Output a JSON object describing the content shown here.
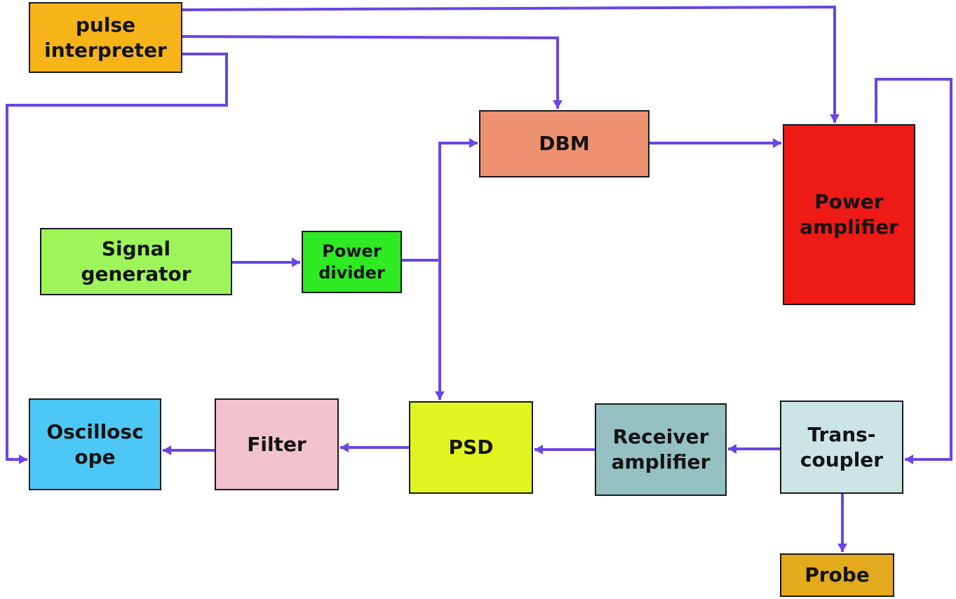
{
  "blocks": {
    "pulse_interpreter": {
      "label": "pulse\ninterpreter",
      "color": "#f7b418"
    },
    "dbm": {
      "label": "DBM",
      "color": "#ee9170"
    },
    "power_amplifier": {
      "label": "Power\namplifier",
      "color": "#ee1a16"
    },
    "signal_generator": {
      "label": "Signal\ngenerator",
      "color": "#9df55a"
    },
    "power_divider": {
      "label": "Power\ndivider",
      "color": "#2eea22"
    },
    "oscilloscope": {
      "label": "Oscillosc\nope",
      "color": "#4dc8f6"
    },
    "filter": {
      "label": "Filter",
      "color": "#f2c3cf"
    },
    "psd": {
      "label": "PSD",
      "color": "#e1f420"
    },
    "receiver_amplifier": {
      "label": "Receiver\namplifier",
      "color": "#95c1c3"
    },
    "trans_coupler": {
      "label": "Trans-\ncoupler",
      "color": "#cbe5e4"
    },
    "probe": {
      "label": "Probe",
      "color": "#e2aa1c"
    }
  },
  "connector_color": "#6a44e6"
}
